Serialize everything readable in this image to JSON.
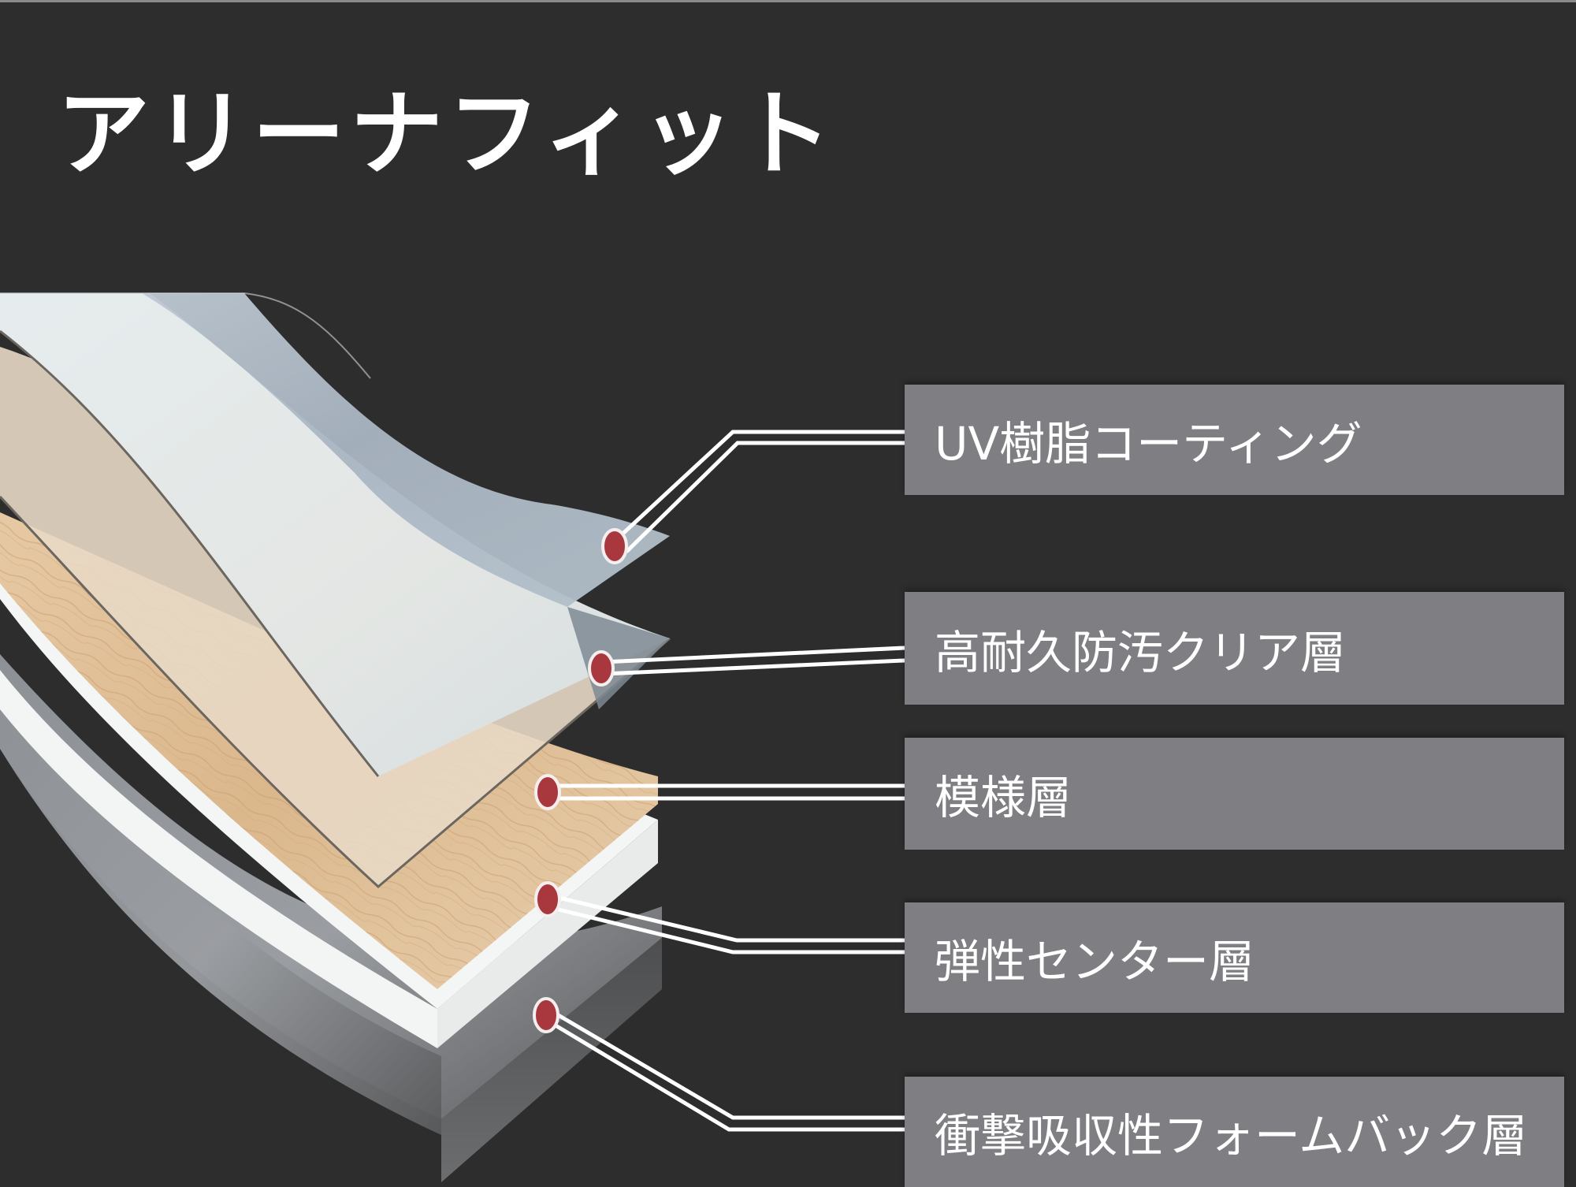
{
  "title": "アリーナフィット",
  "colors": {
    "background": "#2d2d2d",
    "label_box": "#7f7e83",
    "label_text": "#ffffff",
    "marker_dot": "#a8383e",
    "connector_line": "#ffffff"
  },
  "layers": [
    {
      "id": "uv-coating",
      "label": "UV樹脂コーティング",
      "color": "#b8c4cf"
    },
    {
      "id": "clear-layer",
      "label": "高耐久防汚クリア層",
      "color": "#dfe6ea"
    },
    {
      "id": "pattern-layer",
      "label": "模様層",
      "color": "#e0c4a2"
    },
    {
      "id": "elastic-center-layer",
      "label": "弾性センター層",
      "color": "#f4f5f5"
    },
    {
      "id": "foam-back-layer",
      "label": "衝撃吸収性フォームバック層",
      "color": "#6e6f71"
    }
  ]
}
